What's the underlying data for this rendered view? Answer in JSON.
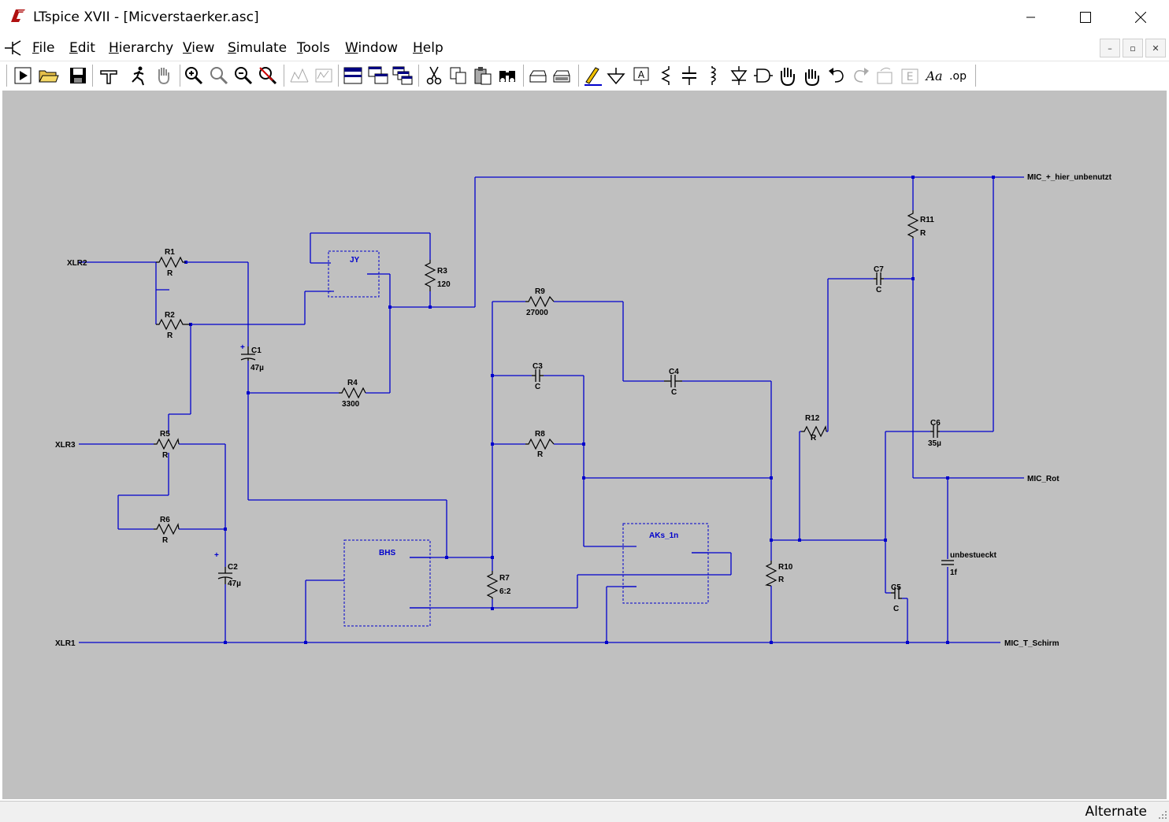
{
  "window": {
    "title": "LTspice XVII - [Micverstaerker.asc]"
  },
  "menu": [
    {
      "key": "F",
      "rest": "ile"
    },
    {
      "key": "E",
      "rest": "dit"
    },
    {
      "key": "H",
      "rest": "ierarchy"
    },
    {
      "key": "V",
      "rest": "iew"
    },
    {
      "key": "S",
      "rest": "imulate"
    },
    {
      "key": "T",
      "rest": "ools"
    },
    {
      "key": "W",
      "rest": "indow"
    },
    {
      "key": "H",
      "rest": "elp"
    }
  ],
  "toolbar": {
    "icons": [
      "run-icon",
      "open-icon",
      "save-icon",
      "control-panel-icon",
      "halt-icon",
      "pan-icon",
      "zoom-in-icon",
      "zoom-fit-icon",
      "zoom-out-icon",
      "zoom-cancel-icon",
      "tile-icon",
      "cascade-icon",
      "schematic-window-icon",
      "waveform-window-icon",
      "netlist-window-icon",
      "cut-icon",
      "copy-icon",
      "paste-icon",
      "find-icon",
      "print-icon",
      "print-preview-icon",
      "draw-wire-icon",
      "ground-icon",
      "label-net-icon",
      "resistor-icon",
      "capacitor-icon",
      "inductor-icon",
      "diode-icon",
      "component-icon",
      "move-icon",
      "drag-icon",
      "undo-icon",
      "redo-icon",
      "rotate-icon",
      "mirror-icon",
      "text-icon",
      "spice-directive-icon"
    ],
    "directive_label": ".op",
    "text_label": "Aa"
  },
  "schematic": {
    "ports": {
      "xlr2": "XLR2",
      "xlr3": "XLR3",
      "xlr1": "XLR1",
      "mic_plus": "MIC_+_hier_unbenutzt",
      "mic_rot": "MIC_Rot",
      "mic_schirm": "MIC_T_Schirm"
    },
    "components": {
      "r1": {
        "name": "R1",
        "value": "R"
      },
      "r2": {
        "name": "R2",
        "value": "R"
      },
      "r3": {
        "name": "R3",
        "value": "120"
      },
      "r4": {
        "name": "R4",
        "value": "3300"
      },
      "r5": {
        "name": "R5",
        "value": "R"
      },
      "r6": {
        "name": "R6",
        "value": "R"
      },
      "r7": {
        "name": "R7",
        "value": "6:2"
      },
      "r8": {
        "name": "R8",
        "value": "R"
      },
      "r9": {
        "name": "R9",
        "value": "27000"
      },
      "r10": {
        "name": "R10",
        "value": "R"
      },
      "r11": {
        "name": "R11",
        "value": "R"
      },
      "r12": {
        "name": "R12",
        "value": "R"
      },
      "c1": {
        "name": "C1",
        "value": "47µ"
      },
      "c2": {
        "name": "C2",
        "value": "47µ"
      },
      "c3": {
        "name": "C3",
        "value": "C"
      },
      "c4": {
        "name": "C4",
        "value": "C"
      },
      "c5": {
        "name": "C5",
        "value": "C"
      },
      "c6": {
        "name": "C6",
        "value": "35µ"
      },
      "c7": {
        "name": "C7",
        "value": "C"
      },
      "cx": {
        "name": "unbestueckt",
        "value": "1f"
      }
    },
    "blocks": {
      "jy": "JY",
      "bhs": "BHS",
      "aks": "AKs_1n"
    },
    "plus_sign": "+"
  },
  "status": {
    "mode": "Alternate"
  },
  "colors": {
    "wire": "#0000cc",
    "junction": "#0000cc",
    "background": "#c0c0c0",
    "symbol": "#000000"
  }
}
